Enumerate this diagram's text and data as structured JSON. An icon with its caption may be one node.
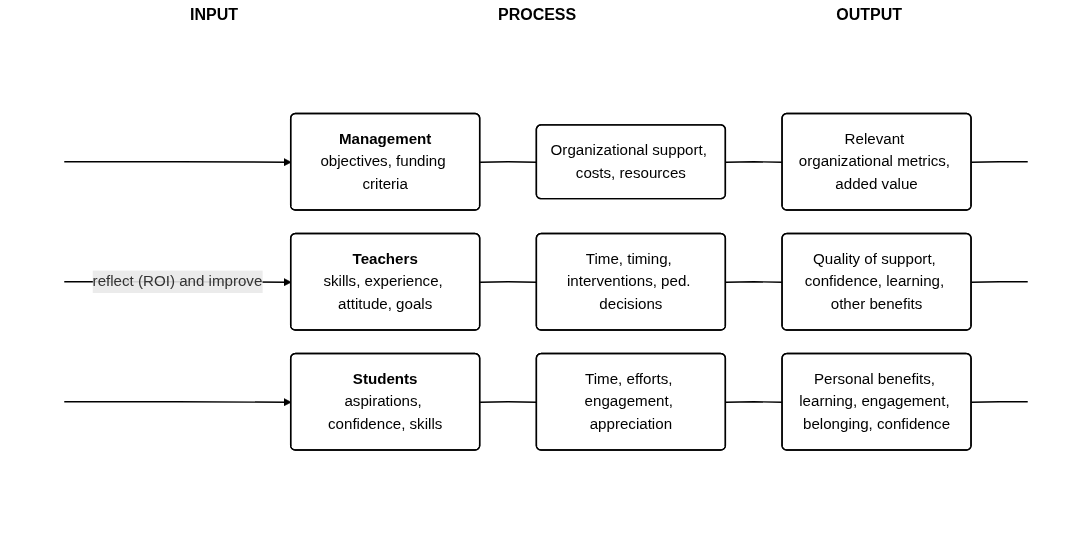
{
  "diagram": {
    "nodes": [
      {
        "text": [
          "Management",
          "objectives, funding criteria"
        ]
      },
      {
        "text": [
          "Organizational support, costs, resources"
        ]
      },
      {
        "text": [
          "Relevant organizational metrics, added value"
        ]
      },
      {
        "text": [
          "Teachers",
          "skills, experience, attitude, goals"
        ]
      },
      {
        "text": [
          "Time, timing, interventions, ped. decisions"
        ]
      },
      {
        "text": [
          "Quality of support, confidence, learning, other benefits"
        ]
      },
      {
        "text": [
          "Students",
          "aspirations, confidence, skills"
        ]
      },
      {
        "text": [
          "Time, efforts, engagement, appreciation"
        ]
      },
      {
        "text": [
          "Personal benefits, learning, engagement, belonging, confidence"
        ]
      }
    ],
    "edges": [
      {
        "from": 0,
        "to": 1,
        "arrow": "none"
      },
      {
        "from": 1,
        "to": 2,
        "arrow": "none"
      },
      {
        "from": 3,
        "to": 4,
        "arrow": "none"
      },
      {
        "from": 4,
        "to": 5,
        "arrow": "none"
      },
      {
        "from": 6,
        "to": 7,
        "arrow": "none"
      },
      {
        "from": 7,
        "to": 8,
        "arrow": "none"
      },
      {
        "from": 2,
        "to": null,
        "arrow": "none"
      },
      {
        "from": 5,
        "to": null,
        "arrow": "none"
      },
      {
        "from": 8,
        "to": null,
        "arrow": "none"
      },
      {
        "from": null,
        "to": 0,
        "arrow": "to"
      },
      {
        "from": null,
        "to": 3,
        "arrow": "to",
        "label": "reflect (ROI) and improve"
      },
      {
        "from": null,
        "to": 6,
        "arrow": "to"
      }
    ],
    "labels": [
      "INPUT",
      "PROCESS",
      "OUTPUT"
    ]
  }
}
